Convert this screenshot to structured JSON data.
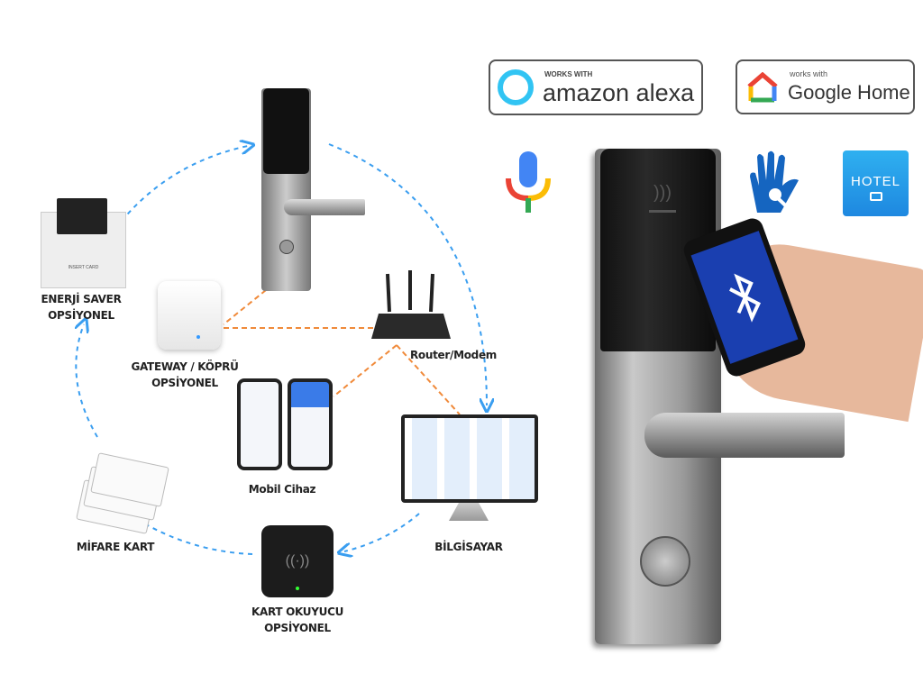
{
  "badges": {
    "alexa": {
      "small": "WORKS WITH",
      "big": "amazon alexa"
    },
    "google": {
      "small": "works with",
      "big": "Google Home"
    }
  },
  "hotel_app": {
    "logo": "HOTEL"
  },
  "diagram": {
    "energy_saver": {
      "line1": "ENERJİ SAVER",
      "line2": "OPSİYONEL",
      "card_text": "INSERT CARD"
    },
    "gateway": {
      "line1": "GATEWAY / KÖPRÜ",
      "line2": "OPSİYONEL"
    },
    "router": {
      "label": "Router/Modem"
    },
    "mobile": {
      "label": "Mobil Cihaz"
    },
    "computer": {
      "label": "BİLGİSAYAR"
    },
    "card_reader": {
      "line1": "KART OKUYUCU",
      "line2": "OPSİYONEL"
    },
    "mifare": {
      "label": "MİFARE KART"
    }
  },
  "colors": {
    "blue_dash": "#3a9ef0",
    "orange_dash": "#f08a3a",
    "alexa": "#31c4f3",
    "phone_screen": "#1a3fb0",
    "hand_icon": "#1565c0",
    "hotel": "#1e9be8"
  }
}
